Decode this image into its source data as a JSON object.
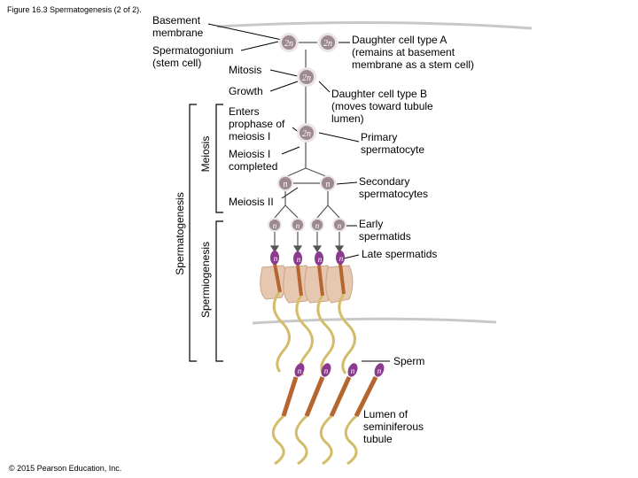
{
  "title": "Figure 16.3 Spermatogenesis (2 of 2).",
  "copyright": "© 2015 Pearson Education, Inc.",
  "labels": {
    "basement_membrane": [
      "Basement",
      "membrane"
    ],
    "spermatogonium": [
      "Spermatogonium",
      "(stem cell)"
    ],
    "mitosis": "Mitosis",
    "growth": "Growth",
    "enters_prophase": [
      "Enters",
      "prophase of",
      "meiosis I"
    ],
    "meiosis_i_completed": [
      "Meiosis I",
      "completed"
    ],
    "meiosis_ii": "Meiosis II",
    "daughter_a": [
      "Daughter cell type A",
      "(remains at basement",
      "membrane as a stem cell)"
    ],
    "daughter_b": [
      "Daughter cell type B",
      "(moves toward tubule",
      "lumen)"
    ],
    "primary_spermatocyte": [
      "Primary",
      "spermatocyte"
    ],
    "secondary_spermatocytes": [
      "Secondary",
      "spermatocytes"
    ],
    "early_spermatids": [
      "Early",
      "spermatids"
    ],
    "late_spermatids": "Late spermatids",
    "sperm": "Sperm",
    "lumen": [
      "Lumen of",
      "seminiferous",
      "tubule"
    ]
  },
  "brackets": {
    "meiosis": "Meiosis",
    "spermatogenesis": "Spermatogenesis",
    "spermiogenesis": "Spermiogenesis"
  },
  "cell_labels": {
    "diploid": "2n",
    "haploid": "n"
  },
  "colors": {
    "cell_fill": "#9c8a8e",
    "cell_rim": "#eae4e6",
    "sperm_head": "#8a3b8e",
    "midpiece": "#b5662e",
    "tail": "#d4bd6a",
    "sertoli": "#e6c8b0",
    "membrane": "#c8c8c8"
  }
}
